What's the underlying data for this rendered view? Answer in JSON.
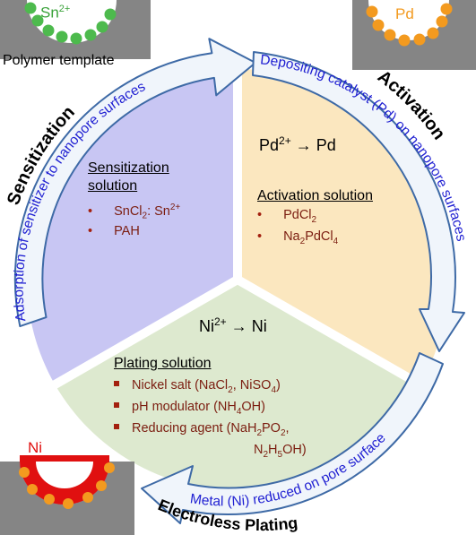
{
  "template_label": "Polymer template",
  "ion_sn": {
    "base": "Sn",
    "sup": "2+"
  },
  "ion_pd": "Pd",
  "ion_ni": "Ni",
  "stages": {
    "sensitization": {
      "title": "Sensitization",
      "arrow_text": "Adsorption of sensitizer to nanopore surfaces",
      "solution_label": "Sensitization solution",
      "items": [
        {
          "p1": "SnCl",
          "s1": "2",
          "p2": ": Sn",
          "sup": "2+"
        },
        {
          "p1": "PAH"
        }
      ]
    },
    "activation": {
      "title": "Activation",
      "arrow_text": "Depositing catalyst (Pd) on nanopore surfaces",
      "reaction": {
        "p1": "Pd",
        "sup": "2+",
        "p2": " → Pd"
      },
      "solution_label": "Activation solution",
      "items": [
        {
          "p1": "PdCl",
          "s1": "2"
        },
        {
          "p1": "Na",
          "s1": "2",
          "p2": "PdCl",
          "s2": "4"
        }
      ]
    },
    "plating": {
      "title": "Electroless Plating",
      "arrow_text": "Metal (Ni) reduced on pore surface",
      "reaction": {
        "p1": "Ni",
        "sup": "2+",
        "p2": " → Ni"
      },
      "solution_label": "Plating solution",
      "items": [
        {
          "p1": "Nickel salt (NaCl",
          "s1": "2",
          "p2": ", NiSO",
          "s2": "4",
          "p3": ")"
        },
        {
          "p1": "pH modulator (NH",
          "s1": "4",
          "p2": "OH)"
        },
        {
          "p1": "Reducing agent (NaH",
          "s1": "2",
          "p2": "PO",
          "s2": "2",
          "p3": ","
        },
        {
          "p1": "N",
          "s1": "2",
          "p2": "H",
          "s2": "5",
          "p3": "OH)"
        }
      ]
    }
  },
  "colors": {
    "sensitization_fill": "#c8c6f3",
    "activation_fill": "#fbe7bf",
    "plating_fill": "#dde9cf",
    "arrow_fill": "#f0f5fb",
    "arrow_stroke": "#3e6aa6",
    "arrow_text": "#1f1fd2",
    "template_gray": "#858585",
    "sn_green": "#4dba4d",
    "pd_orange": "#f39a1f",
    "ni_red": "#e01010",
    "item_text": "#7b1d10"
  }
}
